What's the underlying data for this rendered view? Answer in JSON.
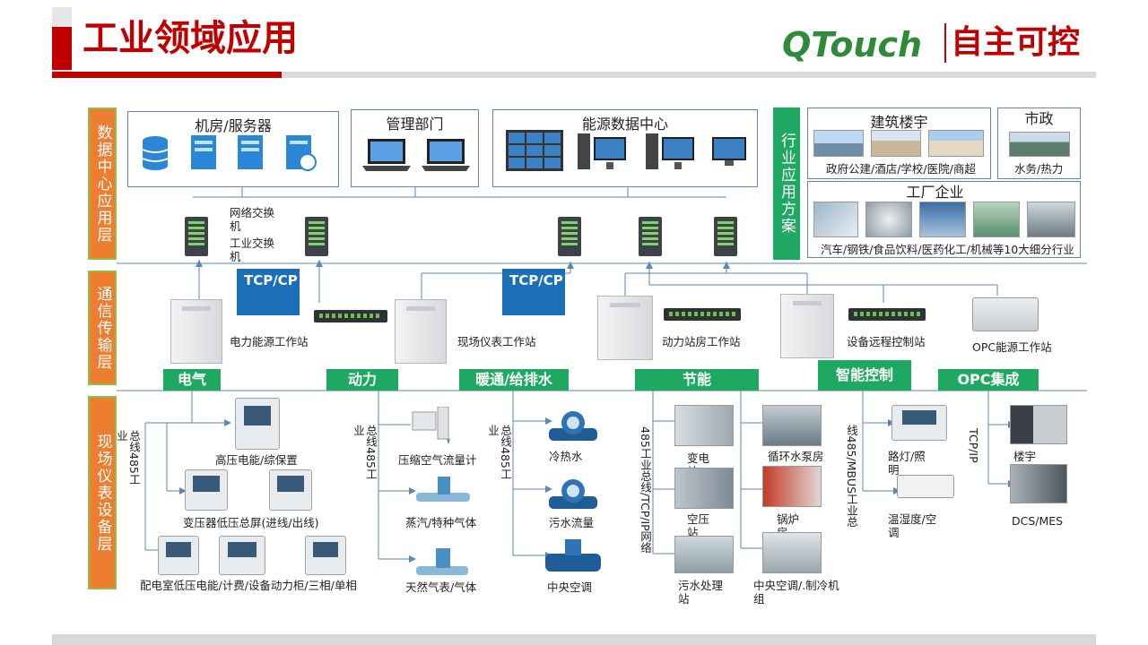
{
  "header": {
    "title": "工业领域应用",
    "logo_text": "QTouch",
    "logo_cn": "自主可控"
  },
  "layers": {
    "data_center": "数据中心应用层",
    "comm": "通信传输层",
    "field": "现场仪表设备层"
  },
  "groups": {
    "server_room": "机房/服务器",
    "mgmt": "管理部门",
    "energy_center": "能源数据中心",
    "industry_solution": "行业应用方案",
    "building": "建筑楼宇",
    "municipal": "市政",
    "factory": "工厂企业"
  },
  "labels": {
    "building_desc": "政府公建/酒店/学校/医院/商超",
    "municipal_desc": "水务/热力",
    "factory_desc": "汽车/钢铁/食品饮料/医药化工/机械等10大细分行业",
    "switch1": "网络交换机",
    "switch2": "工业交换机",
    "tcp1": "TCP/CP",
    "tcp2": "TCP/CP",
    "ws_power": "电力能源工作站",
    "ws_meter": "现场仪表工作站",
    "ws_dongli": "动力站房工作站",
    "ws_remote": "设备远程控制站",
    "ws_opc": "OPC能源工作站"
  },
  "tags": {
    "dianqi": "电气",
    "dongli": "动力",
    "nuantong": "暖通/给排水",
    "jieneng": "节能",
    "zhineng": "智能控制",
    "opc": "OPC集成"
  },
  "buses": {
    "b1": "总线485工业",
    "b2": "总线485工业",
    "b3": "总线485工业",
    "b4": "485工业总线/TCP/IP网络",
    "b5": "线485/MBUS工业总",
    "b6": "TCP/IP"
  },
  "devices": {
    "d1": "高压电能/综保置",
    "d2": "变压器低压总屏(进线/出线)",
    "d3": "配电室低压电能/计费/设备动力柜/三相/单相",
    "d4": "压缩空气流量计",
    "d5": "蒸汽/特种气体",
    "d6": "天然气表/气体",
    "d7": "冷热水",
    "d8": "污水流量",
    "d9": "中央空调",
    "d10": "变电站",
    "d11": "空压站",
    "d12": "污水处理站",
    "d13": "循环水泵房",
    "d14": "锅炉房",
    "d15": "中央空调/.制冷机组",
    "d16": "路灯/照明",
    "d17": "温湿度/空调",
    "d18": "楼宇",
    "d19": "DCS/MES"
  },
  "colors": {
    "title_red": "#c00000",
    "layer_orange": "#ed7d31",
    "tag_green": "#1ea861",
    "tag_blue": "#1a6fb8",
    "line_blue": "#5b87b5"
  }
}
